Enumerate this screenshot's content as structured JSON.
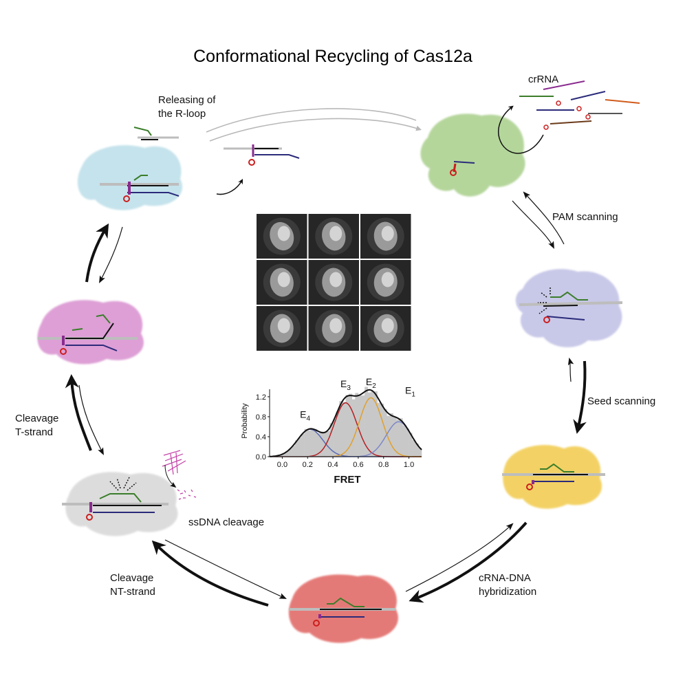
{
  "title": "Conformational Recycling of Cas12a",
  "labels": {
    "crrna": "crRNA",
    "releasing_line1": "Releasing of",
    "releasing_line2": "the R-loop",
    "pam_scanning": "PAM scanning",
    "seed_scanning": "Seed scanning",
    "hybridization_line1": "cRNA-DNA",
    "hybridization_line2": "hybridization",
    "cleavage_nt_line1": "Cleavage",
    "cleavage_nt_line2": "NT-strand",
    "ssdna_cleavage": "ssDNA cleavage",
    "cleavage_t_line1": "Cleavage",
    "cleavage_t_line2": "T-strand"
  },
  "colors": {
    "green_state": "#a8cf8a",
    "lavender_state": "#c3c3e6",
    "yellow_state": "#f2cd55",
    "red_state": "#e06461",
    "gray_state": "#d9d9d9",
    "pink_state": "#d88fcf",
    "cyan_state": "#bfe0ea",
    "crrna_green": "#3a7d2a",
    "target_navy": "#2a2a7a",
    "handle_red": "#cc1d1d",
    "pam_purple": "#8a2a8f"
  },
  "chart_data": {
    "type": "area",
    "title": "",
    "xlabel": "FRET",
    "ylabel": "Probability",
    "xlim": [
      -0.1,
      1.1
    ],
    "ylim": [
      0,
      1.35
    ],
    "xticks": [
      "0.0",
      "0.2",
      "0.4",
      "0.6",
      "0.8",
      "1.0"
    ],
    "yticks": [
      "0.0",
      "0.4",
      "0.8",
      "1.2"
    ],
    "gaussians": [
      {
        "name": "E4",
        "label": "E",
        "sub": "4",
        "mu": 0.22,
        "amp": 0.55,
        "sigma": 0.1,
        "color": "#5a6ab4"
      },
      {
        "name": "E3",
        "label": "E",
        "sub": "3",
        "mu": 0.5,
        "amp": 1.08,
        "sigma": 0.09,
        "color": "#b51f24"
      },
      {
        "name": "E2",
        "label": "E",
        "sub": "2",
        "mu": 0.7,
        "amp": 1.18,
        "sigma": 0.09,
        "color": "#e0a02a"
      },
      {
        "name": "E1",
        "label": "E",
        "sub": "1",
        "mu": 0.92,
        "amp": 0.7,
        "sigma": 0.1,
        "color": "#7d88c8"
      }
    ],
    "histogram_color": "#c8c8c8",
    "fit_color": "#111111"
  }
}
